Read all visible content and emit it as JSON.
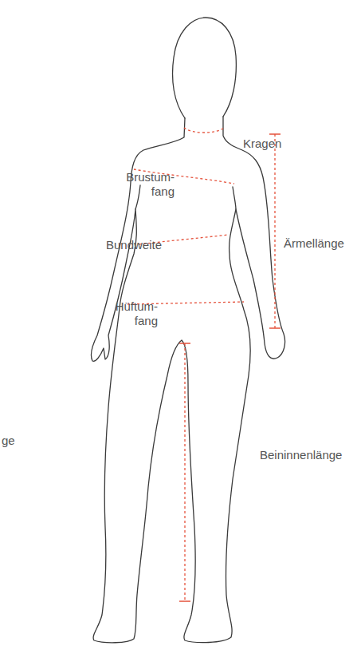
{
  "diagram": {
    "labels": [
      "Kragen",
      "Brustum- fang",
      "Bundweite",
      "Hüftum- fang",
      "Ärmellänge",
      "Beininnenlänge",
      "ge"
    ]
  }
}
